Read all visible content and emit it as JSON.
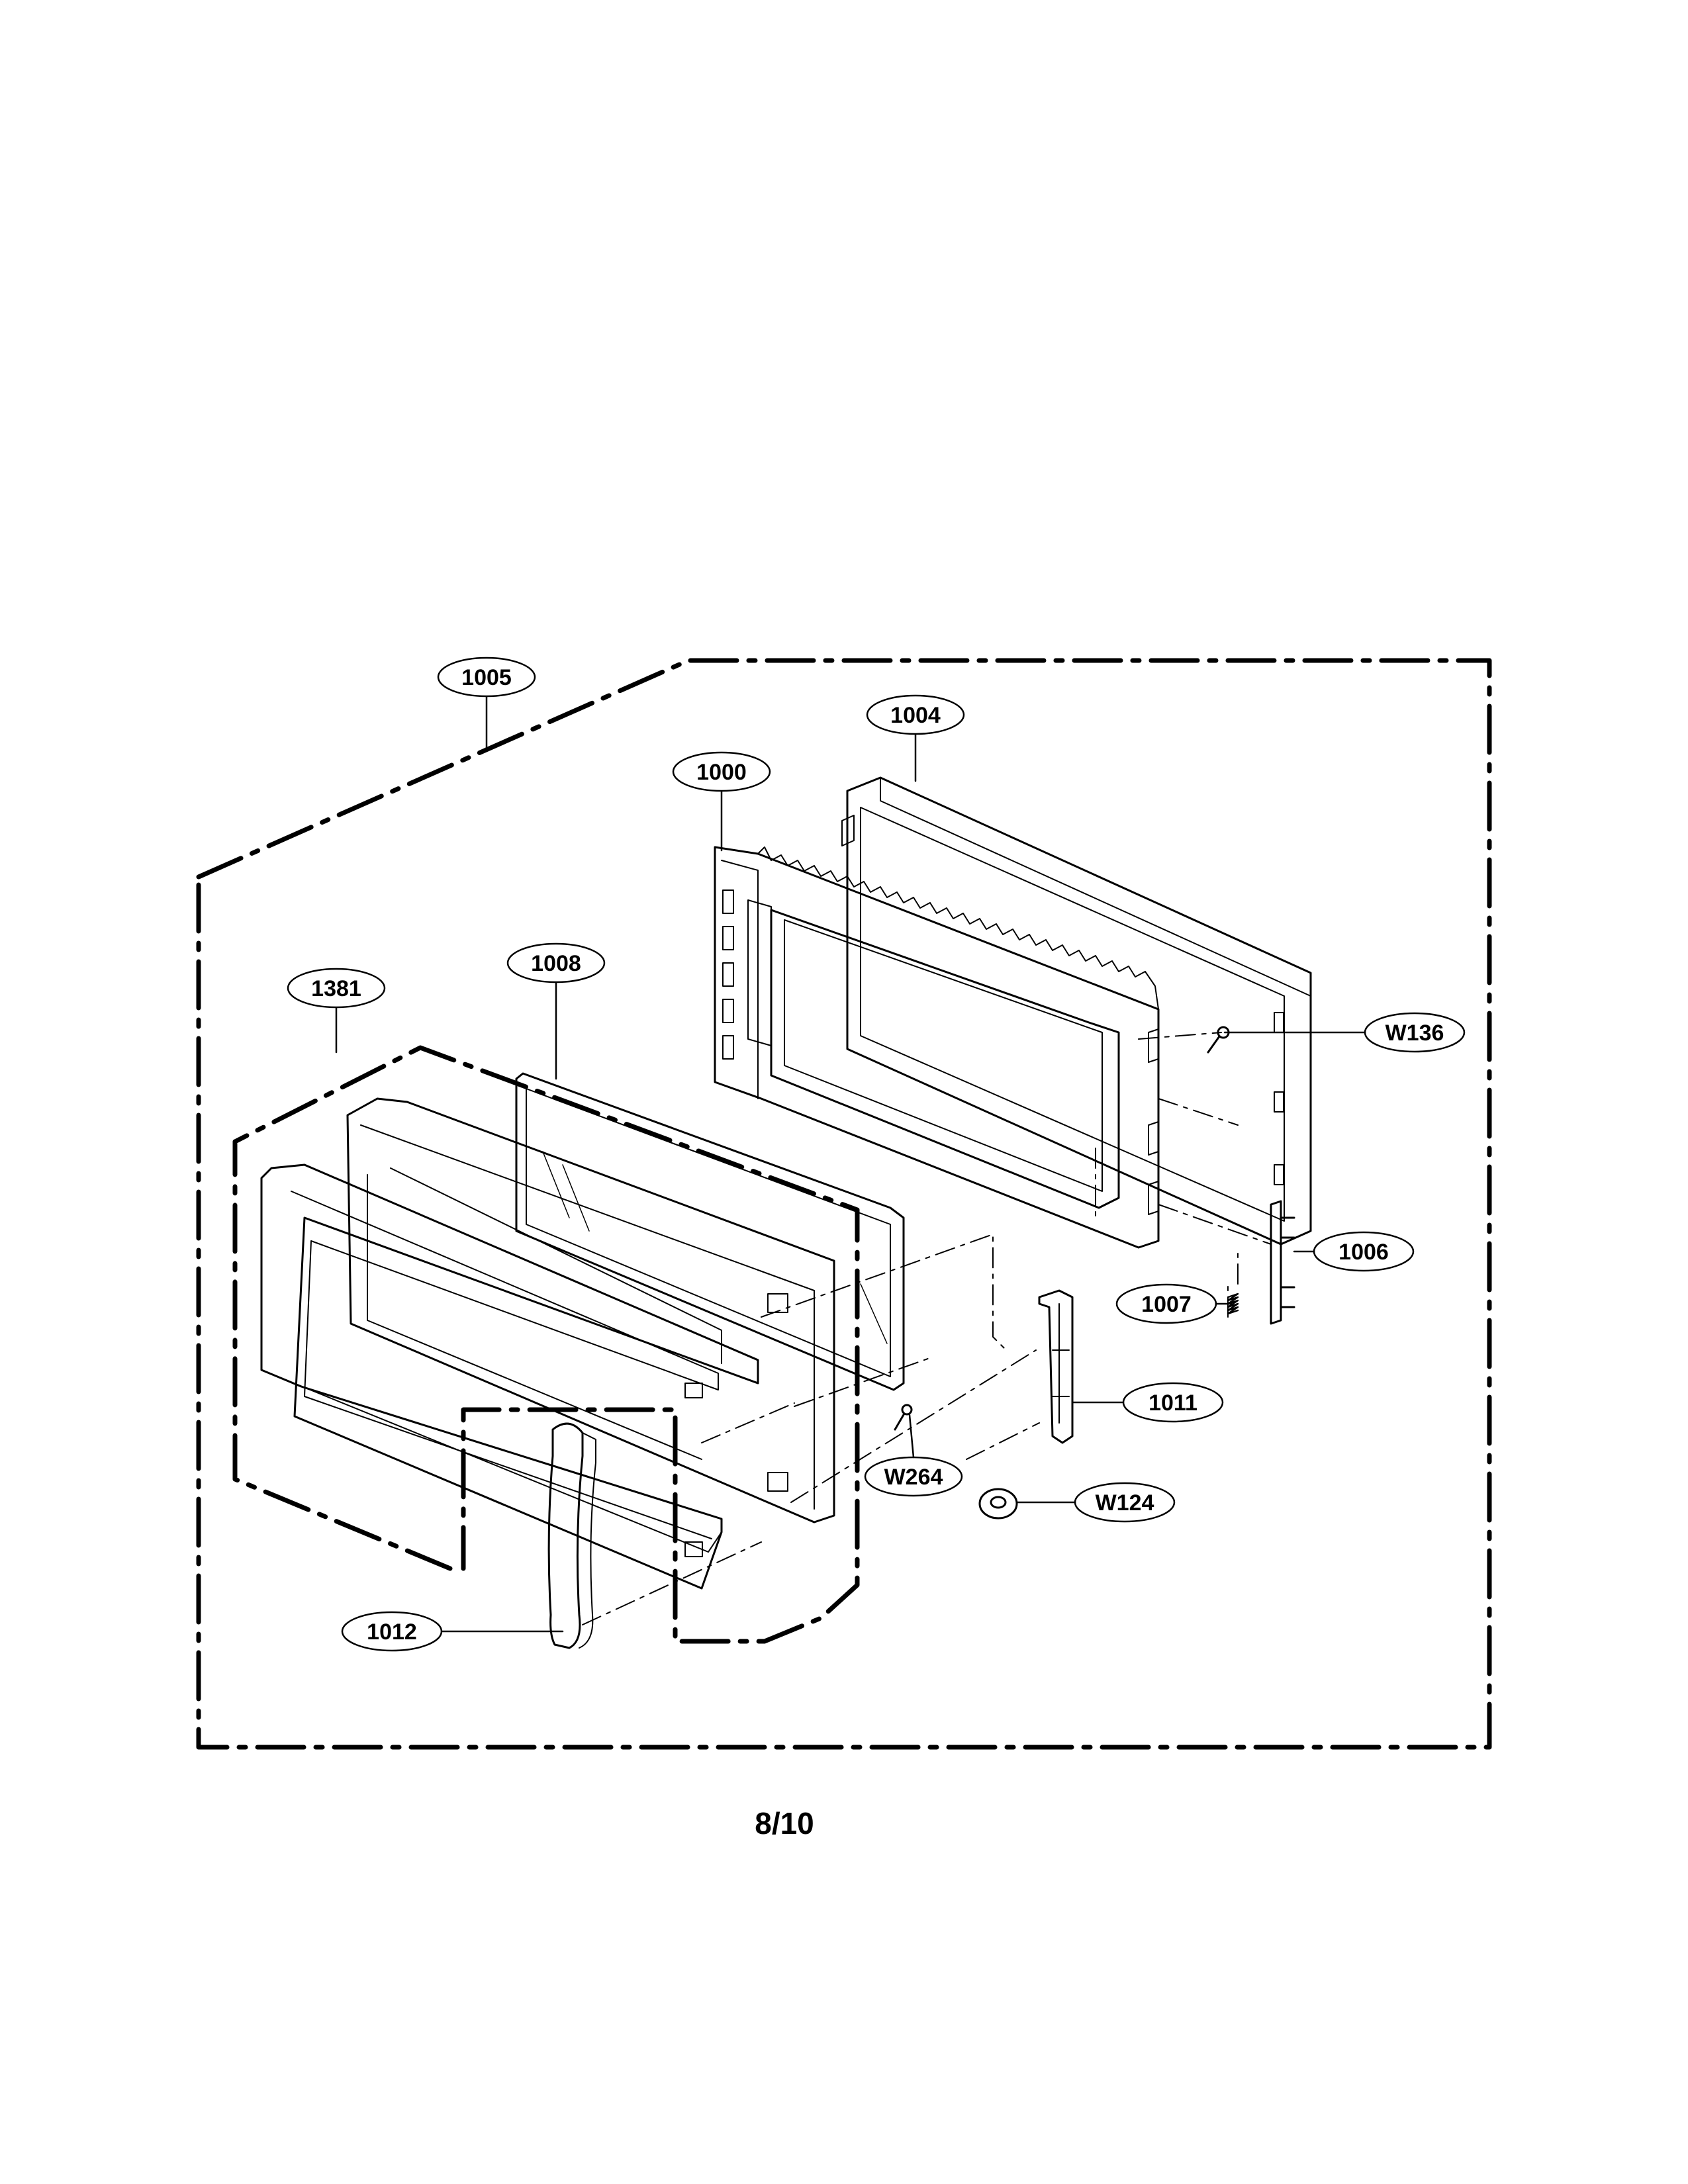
{
  "callouts": {
    "c1005": "1005",
    "c1004": "1004",
    "c1000": "1000",
    "c1008": "1008",
    "c1381": "1381",
    "cW136": "W136",
    "c1006": "1006",
    "c1007": "1007",
    "c1011": "1011",
    "cW264": "W264",
    "cW124": "W124",
    "c1012": "1012"
  },
  "page_number": "8/10"
}
